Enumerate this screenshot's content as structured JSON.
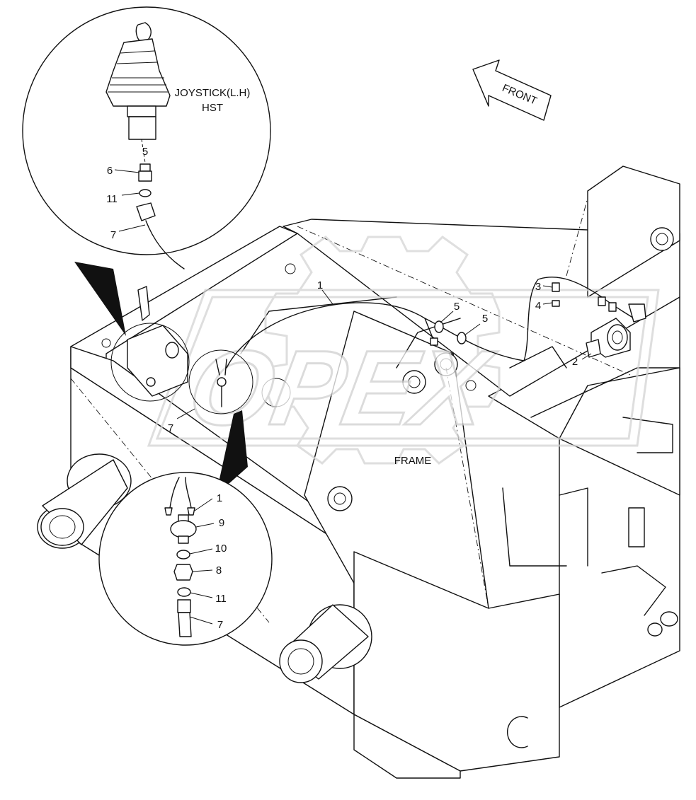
{
  "labels": {
    "joystick": "JOYSTICK(L.H)",
    "hst": "HST",
    "front": "FRONT",
    "frame": "FRAME"
  },
  "watermark": "OPEX",
  "callouts": {
    "c1_main": "1",
    "c2": "2",
    "c3": "3",
    "c4": "4",
    "c5_a": "5",
    "c5_b": "5",
    "c7_main": "7",
    "top_c5": "5",
    "top_c6": "6",
    "top_c11": "11",
    "top_c7": "7",
    "bot_c1": "1",
    "bot_c9": "9",
    "bot_c10": "10",
    "bot_c8": "8",
    "bot_c11": "11",
    "bot_c7": "7"
  }
}
